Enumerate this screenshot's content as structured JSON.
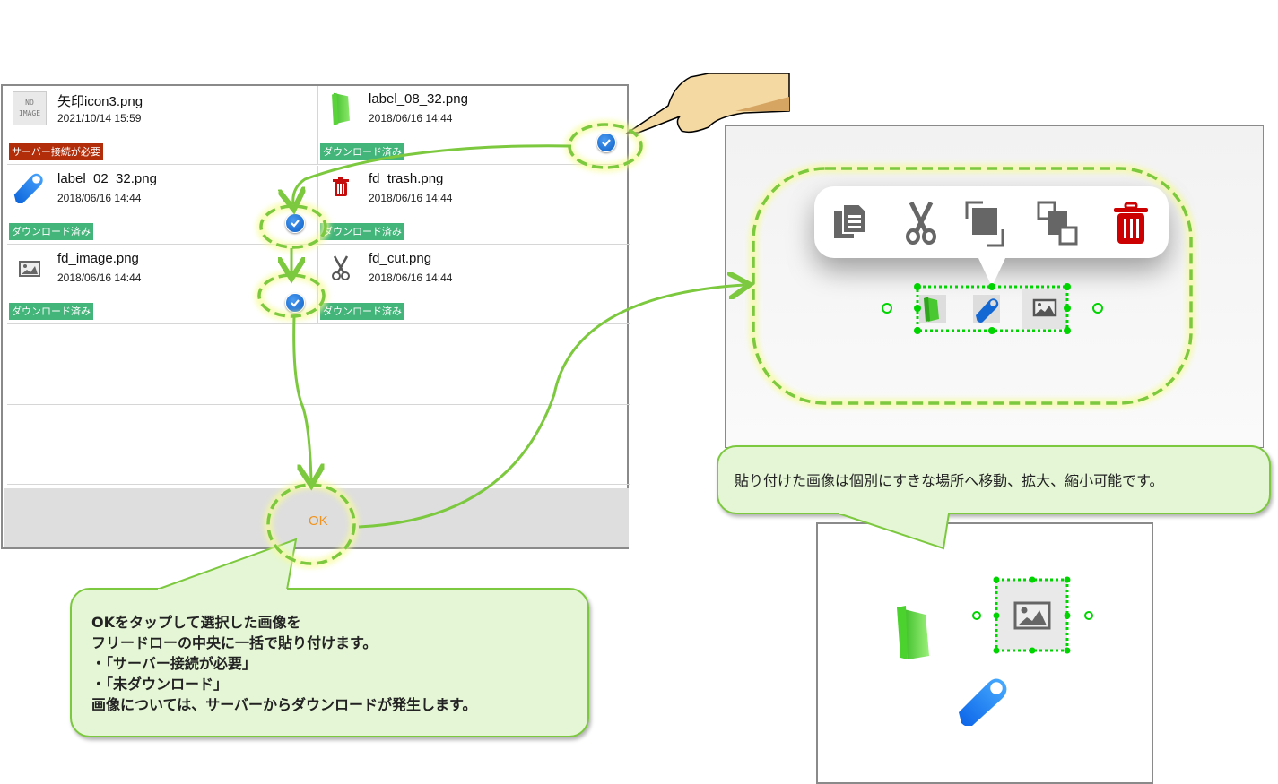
{
  "file_picker": {
    "files": [
      {
        "name": "矢印icon3.png",
        "date": "2021/10/14 15:59",
        "status": "サーバー接続が必要",
        "status_type": "server",
        "thumb": "no-image",
        "thumb_text": [
          "NO",
          "IMAGE"
        ],
        "selected": false
      },
      {
        "name": "label_08_32.png",
        "date": "2018/06/16 14:44",
        "status": "ダウンロード済み",
        "status_type": "downloaded",
        "thumb": "green-folder-icon",
        "selected": true
      },
      {
        "name": "label_02_32.png",
        "date": "2018/06/16 14:44",
        "status": "ダウンロード済み",
        "status_type": "downloaded",
        "thumb": "blue-tag-icon",
        "selected": true
      },
      {
        "name": "fd_trash.png",
        "date": "2018/06/16 14:44",
        "status": "ダウンロード済み",
        "status_type": "downloaded",
        "thumb": "trash-icon",
        "selected": false
      },
      {
        "name": "fd_image.png",
        "date": "2018/06/16 14:44",
        "status": "ダウンロード済み",
        "status_type": "downloaded",
        "thumb": "image-icon",
        "selected": true
      },
      {
        "name": "fd_cut.png",
        "date": "2018/06/16 14:44",
        "status": "ダウンロード済み",
        "status_type": "downloaded",
        "thumb": "scissors-icon",
        "selected": false
      }
    ],
    "ok_label": "OK"
  },
  "context_menu": {
    "actions": [
      "copy-icon",
      "cut-icon",
      "bring-to-front-icon",
      "send-to-back-icon",
      "delete-icon"
    ]
  },
  "callouts": {
    "move_note": "貼り付けた画像は個別にすきな場所へ移動、拡大、縮小可能です。",
    "ok_note": [
      "OKをタップして選択した画像を",
      "フリードローの中央に一括で貼り付けます。",
      "・「サーバー接続が必要」",
      "・「未ダウンロード」",
      "画像については、サーバーからダウンロードが発生します。"
    ]
  },
  "colors": {
    "accent_green": "#7cc83e",
    "badge_downloaded": "#43b47a",
    "badge_server": "#b22d0a",
    "ok_text": "#f0921e",
    "selection_handle": "#00d400",
    "delete_red": "#cc0000"
  }
}
